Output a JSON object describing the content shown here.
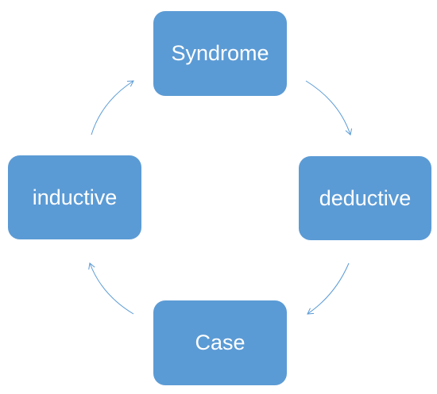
{
  "diagram": {
    "colors": {
      "node_fill": "#5b9bd5",
      "node_text": "#ffffff",
      "arrow": "#5b9bd5"
    },
    "flow": "clockwise cycle",
    "nodes": {
      "top": "Syndrome",
      "right": "deductive",
      "bottom": "Case",
      "left": "inductive"
    }
  }
}
